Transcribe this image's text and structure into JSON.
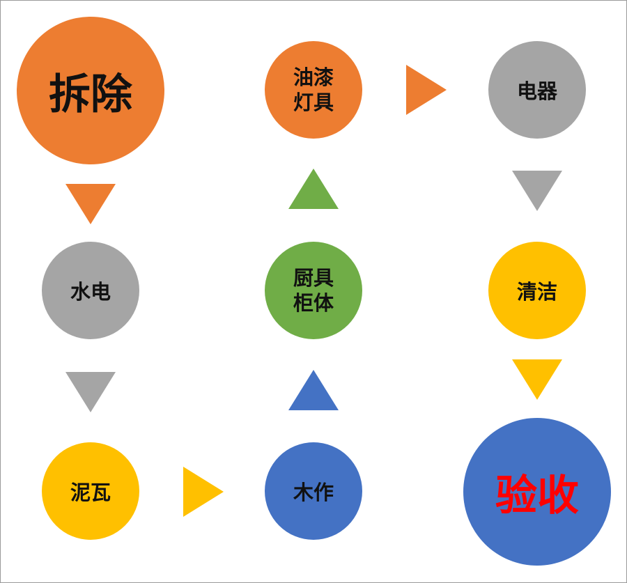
{
  "colors": {
    "orange": "#ED7D31",
    "gray": "#A5A5A5",
    "yellow": "#FFC000",
    "green": "#70AD47",
    "blue": "#4472C4",
    "red_text": "#FF0000"
  },
  "steps": {
    "demolition": "拆除",
    "plumbing_electric": "水电",
    "masonry": "泥瓦",
    "carpentry": "木作",
    "cabinets_line1": "厨具",
    "cabinets_line2": "柜体",
    "paint_line1": "油漆",
    "paint_line2": "灯具",
    "appliances": "电器",
    "cleaning": "清洁",
    "acceptance": "验收"
  }
}
